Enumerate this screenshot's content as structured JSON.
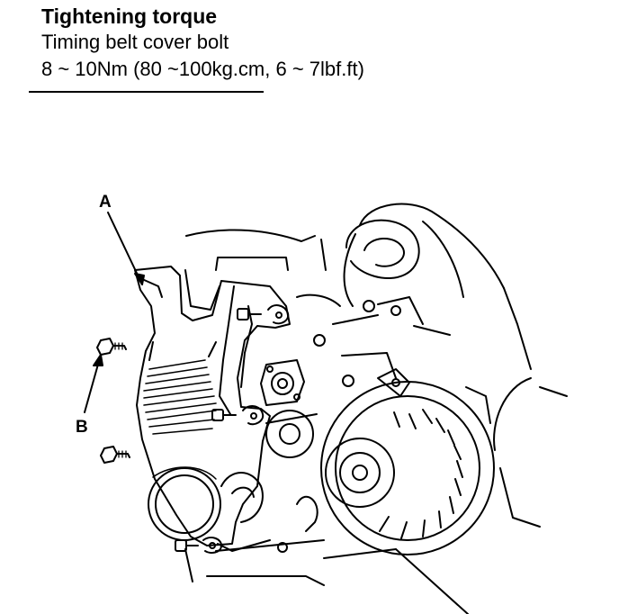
{
  "spec": {
    "title": "Tightening torque",
    "item": "Timing belt cover bolt",
    "value": "8 ~ 10Nm (80 ~100kg.cm, 6 ~ 7lbf.ft)"
  },
  "callouts": {
    "a": "A",
    "b": "B"
  }
}
